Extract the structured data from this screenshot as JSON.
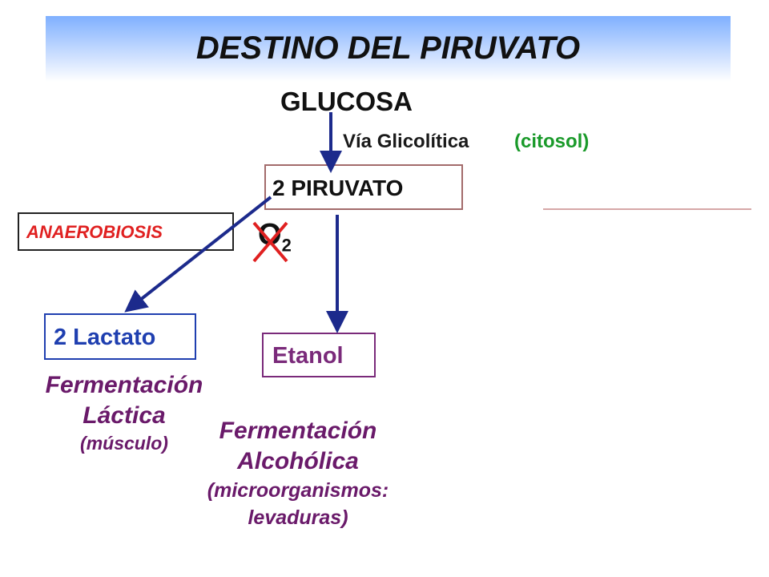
{
  "title": "DESTINO DEL PIRUVATO",
  "nodes": {
    "glucosa": "GLUCOSA",
    "via_glicolitica": "Vía Glicolítica",
    "citosol": "(citosol)",
    "piruvato": "2 PIRUVATO",
    "anaerobiosis": "ANAEROBIOSIS",
    "oxygen_symbol": "O",
    "oxygen_subscript": "2",
    "lactato": "2 Lactato",
    "etanol": "Etanol"
  },
  "labels": {
    "lactic_line1": "Fermentación",
    "lactic_line2": "Láctica",
    "lactic_line3": "(músculo)",
    "alcoholic_line1": "Fermentación",
    "alcoholic_line2": "Alcohólica",
    "alcoholic_line3": "(microorganismos:",
    "alcoholic_line4": "levaduras)"
  },
  "colors": {
    "arrow": "#1c2a8c",
    "cross": "#e02020",
    "anaerobiosis_text": "#e02020",
    "citosol_text": "#1a9a2a",
    "fermentation_text": "#6a1a6a",
    "lactato_text": "#1f3fb0",
    "etanol_text": "#7a2a7a"
  }
}
